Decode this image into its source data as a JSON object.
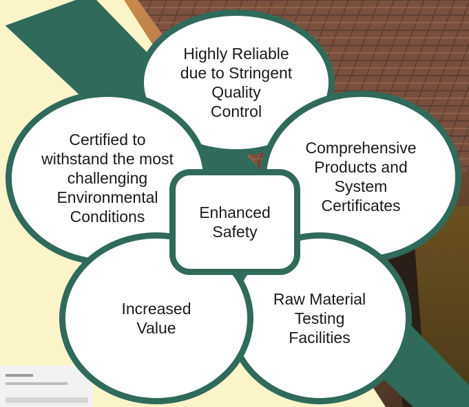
{
  "colors": {
    "accent": "#2f6a5b",
    "cream": "#fbf4c9",
    "node_fill": "#ffffff",
    "text": "#1a1a1a"
  },
  "center": {
    "lines": [
      "Enhanced",
      "Safety"
    ]
  },
  "nodes": {
    "top": {
      "lines": [
        "Highly Reliable",
        "due to Stringent",
        "Quality",
        "Control"
      ]
    },
    "left": {
      "lines": [
        "Certified to",
        "withstand the most",
        "challenging",
        "Environmental",
        "Conditions"
      ]
    },
    "right": {
      "lines": [
        "Comprehensive",
        "Products and",
        "System",
        "Certificates"
      ]
    },
    "bottom_left": {
      "lines": [
        "Increased",
        "Value"
      ]
    },
    "bottom_right": {
      "lines": [
        "Raw Material",
        "Testing",
        "Facilities"
      ]
    }
  }
}
